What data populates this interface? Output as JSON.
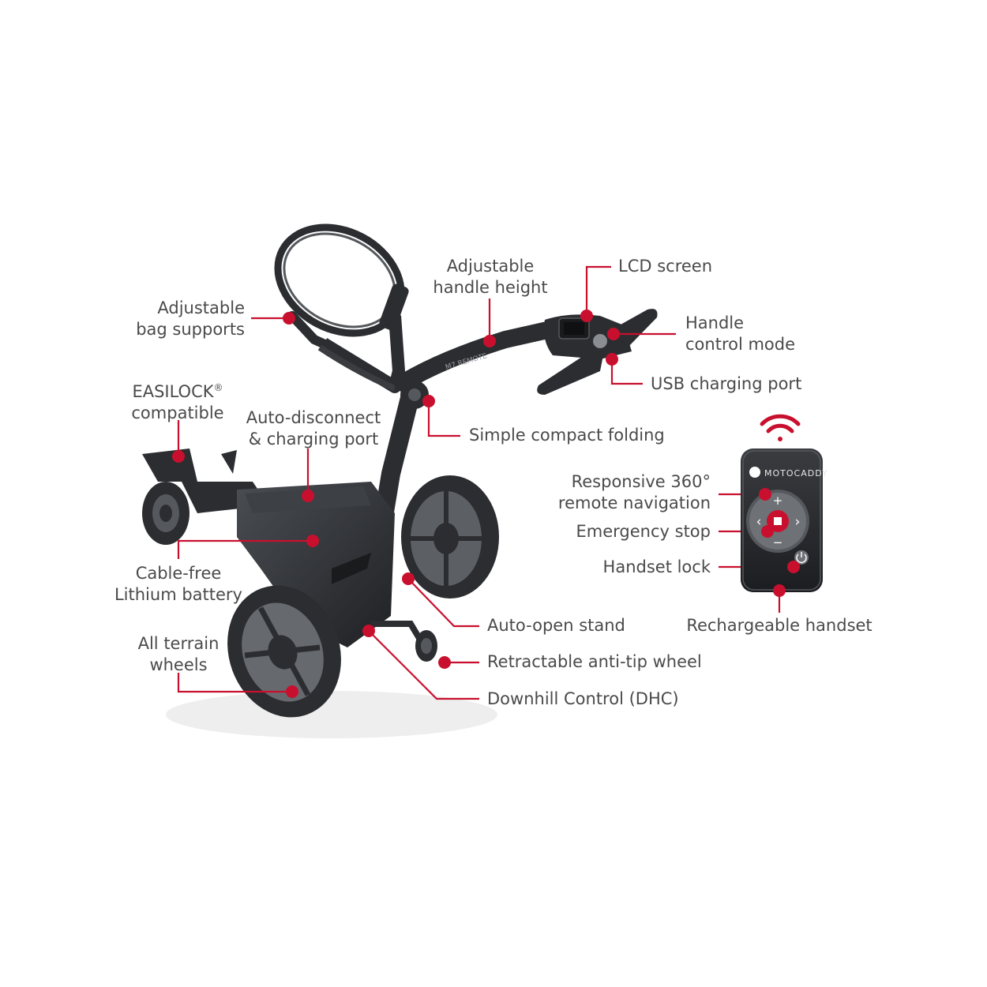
{
  "colors": {
    "accent": "#c8102e",
    "text": "#4a4a4a",
    "trolley": "#2b2d30",
    "wheel": "#3a3c40"
  },
  "trolley": {
    "model_badge": "M7 REMOTE"
  },
  "remote": {
    "brand": "MOTOCADDY",
    "plus": "+",
    "minus": "−",
    "left": "‹",
    "right": "›"
  },
  "labels": {
    "bag_supports": [
      "Adjustable",
      "bag supports"
    ],
    "handle_height": [
      "Adjustable",
      "handle height"
    ],
    "lcd": "LCD screen",
    "handle_control": [
      "Handle",
      "control mode"
    ],
    "usb": "USB charging port",
    "easilock": {
      "line1": "EASILOCK",
      "sup": "®",
      "line2": "compatible"
    },
    "auto_disconnect": [
      "Auto-disconnect",
      "& charging port"
    ],
    "folding": "Simple compact folding",
    "remote_nav": [
      "Responsive 360°",
      "remote navigation"
    ],
    "emergency": "Emergency stop",
    "handset_lock": "Handset lock",
    "rechargeable": "Rechargeable handset",
    "battery": [
      "Cable-free",
      "Lithium battery"
    ],
    "stand": "Auto-open stand",
    "anti_tip": "Retractable anti-tip wheel",
    "dhc": "Downhill Control (DHC)",
    "terrain": [
      "All terrain",
      "wheels"
    ]
  }
}
